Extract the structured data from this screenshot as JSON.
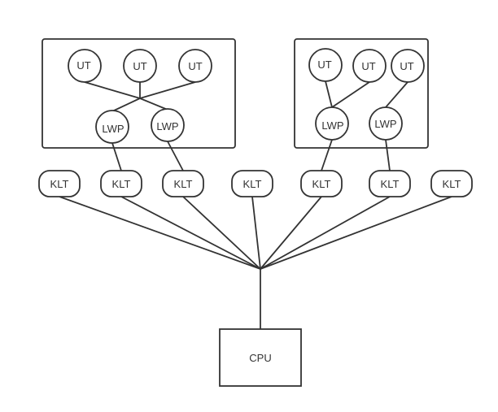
{
  "diagram": {
    "process_1": {
      "user_threads": [
        "UT",
        "UT",
        "UT"
      ],
      "lwps": [
        "LWP",
        "LWP"
      ]
    },
    "process_2": {
      "user_threads": [
        "UT",
        "UT",
        "UT"
      ],
      "lwps": [
        "LWP",
        "LWP"
      ]
    },
    "kernel_threads": [
      "KLT",
      "KLT",
      "KLT",
      "KLT",
      "KLT",
      "KLT",
      "KLT"
    ],
    "cpu": "CPU"
  }
}
